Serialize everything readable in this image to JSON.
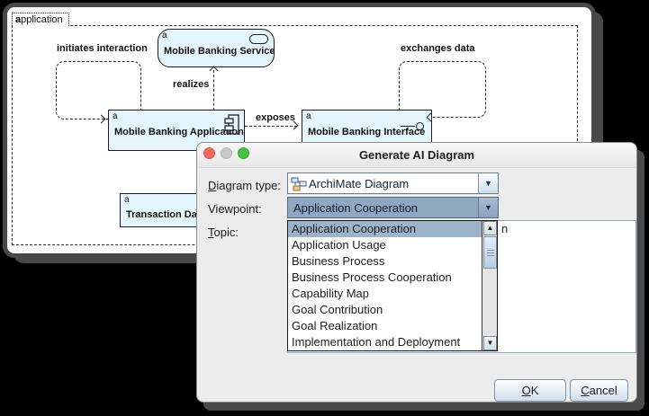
{
  "diagram": {
    "group": {
      "badge": "a",
      "name": "application"
    },
    "elements": [
      {
        "badge": "a",
        "name": "Mobile Banking Service"
      },
      {
        "badge": "a",
        "name": "Mobile Banking Application"
      },
      {
        "badge": "a",
        "name": "Mobile Banking Interface"
      },
      {
        "badge": "a",
        "name": "Transaction Data"
      }
    ],
    "relationships": [
      {
        "label": "initiates interaction"
      },
      {
        "label": "realizes"
      },
      {
        "label": "exposes"
      },
      {
        "label": "exchanges data"
      }
    ],
    "colors": {
      "element_fill": "#e4f6fb",
      "line": "#222222"
    }
  },
  "dialog": {
    "title": "Generate AI Diagram",
    "fields": {
      "diagram_type": {
        "label_mnemonic": "D",
        "label_rest": "iagram type:",
        "value": "ArchiMate Diagram"
      },
      "viewpoint": {
        "label": "Viewpoint:",
        "value": "Application Cooperation"
      },
      "topic": {
        "label_mnemonic": "T",
        "label_rest": "opic:",
        "visible_fragment": "n"
      }
    },
    "dropdown": {
      "selected_index": 0,
      "items": [
        "Application Cooperation",
        "Application Usage",
        "Business Process",
        "Business Process Cooperation",
        "Capability Map",
        "Goal Contribution",
        "Goal Realization",
        "Implementation and Deployment"
      ]
    },
    "buttons": {
      "ok_mnemonic": "O",
      "ok_rest": "K",
      "cancel_mnemonic": "C",
      "cancel_rest": "ancel"
    },
    "icons": {
      "dropdown_arrow": "▼",
      "scroll_up": "▲",
      "scroll_down": "▼"
    },
    "colors": {
      "selection": "#9db3ca",
      "combo_focus": "#8fa7c0",
      "accent_border": "#66808f"
    }
  }
}
